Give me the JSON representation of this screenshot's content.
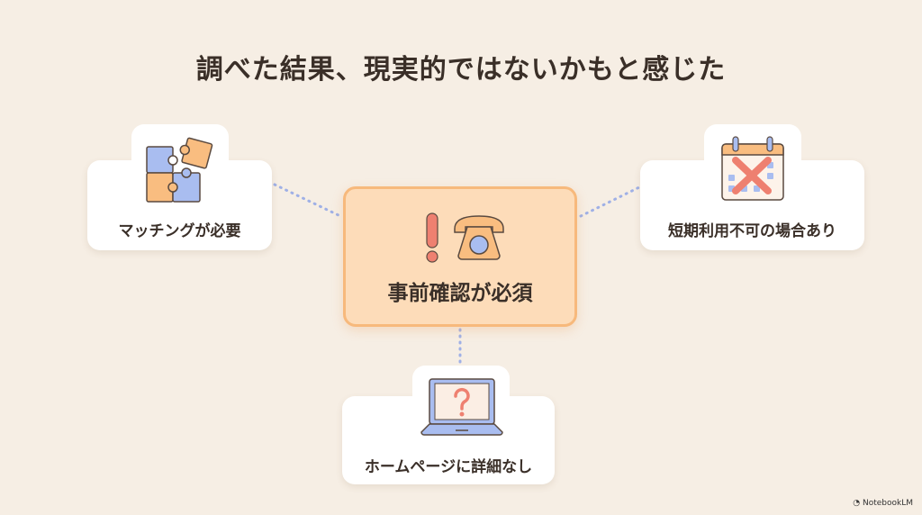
{
  "title": "調べた結果、現実的ではないかもと感じた",
  "center": {
    "label": "事前確認が必須",
    "icons": [
      "exclamation-icon",
      "telephone-icon"
    ]
  },
  "nodes": [
    {
      "label": "マッチングが必要",
      "icon": "puzzle-icon"
    },
    {
      "label": "短期利用不可の場合あり",
      "icon": "calendar-cross-icon"
    },
    {
      "label": "ホームページに詳細なし",
      "icon": "laptop-question-icon"
    }
  ],
  "brand": "NotebookLM",
  "colors": {
    "background": "#f6eee4",
    "center_fill": "#fddcb9",
    "center_border": "#f7b97c",
    "blue": "#a9bdf0",
    "orange": "#f9bd80",
    "red": "#ee8070",
    "connector": "#9fb0e6"
  }
}
